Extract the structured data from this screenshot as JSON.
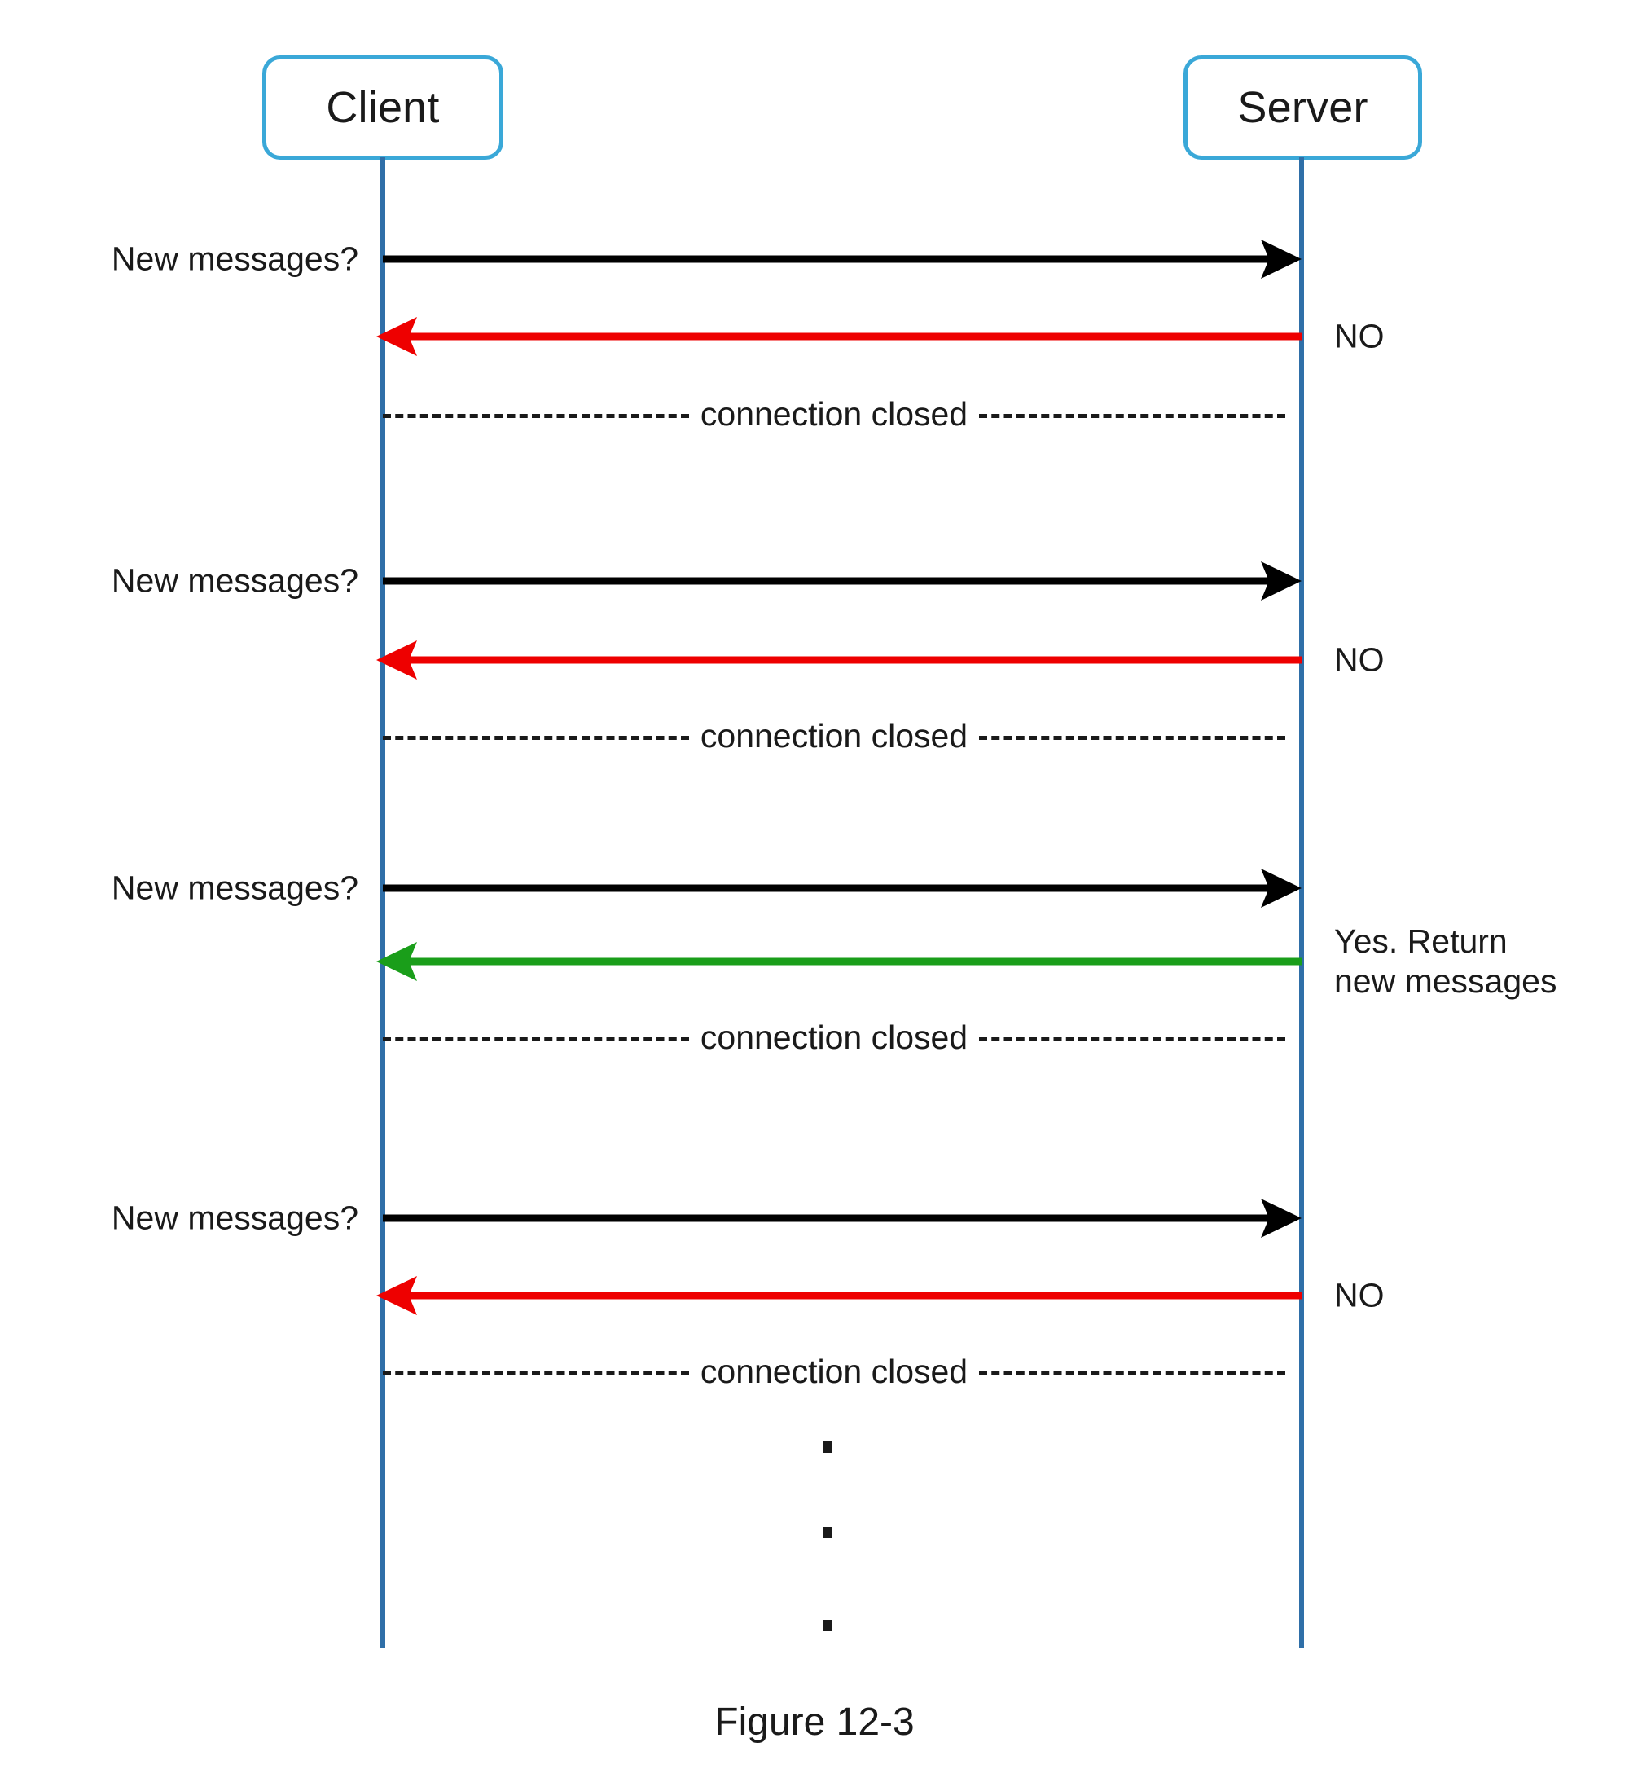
{
  "figure": {
    "caption": "Figure 12-3",
    "participants": [
      {
        "id": "client",
        "label": "Client"
      },
      {
        "id": "server",
        "label": "Server"
      }
    ],
    "colors": {
      "participant_border": "#3aa8d8",
      "lifeline": "#2f6fa8",
      "request_arrow": "#000000",
      "negative_response_arrow": "#ee0000",
      "positive_response_arrow": "#1a9e1a",
      "dashed_line": "#1a1a1a",
      "text": "#1a1a1a",
      "background": "#ffffff"
    },
    "request_label": "New messages?",
    "connection_closed_label": "connection closed",
    "negative_response_label": "NO",
    "positive_response_label": "Yes. Return\nnew messages",
    "cycles": [
      {
        "index": 1,
        "request": {
          "label": "New messages?",
          "direction": "client-to-server",
          "color": "#000000"
        },
        "response": {
          "label": "NO",
          "direction": "server-to-client",
          "color": "#ee0000"
        },
        "close": {
          "label": "connection closed"
        }
      },
      {
        "index": 2,
        "request": {
          "label": "New messages?",
          "direction": "client-to-server",
          "color": "#000000"
        },
        "response": {
          "label": "NO",
          "direction": "server-to-client",
          "color": "#ee0000"
        },
        "close": {
          "label": "connection closed"
        }
      },
      {
        "index": 3,
        "request": {
          "label": "New messages?",
          "direction": "client-to-server",
          "color": "#000000"
        },
        "response": {
          "label": "Yes. Return\nnew messages",
          "direction": "server-to-client",
          "color": "#1a9e1a"
        },
        "close": {
          "label": "connection closed"
        }
      },
      {
        "index": 4,
        "request": {
          "label": "New messages?",
          "direction": "client-to-server",
          "color": "#000000"
        },
        "response": {
          "label": "NO",
          "direction": "server-to-client",
          "color": "#ee0000"
        },
        "close": {
          "label": "connection closed"
        }
      }
    ],
    "continuation": {
      "symbol": "vertical-ellipsis",
      "dot_count": 3
    }
  }
}
